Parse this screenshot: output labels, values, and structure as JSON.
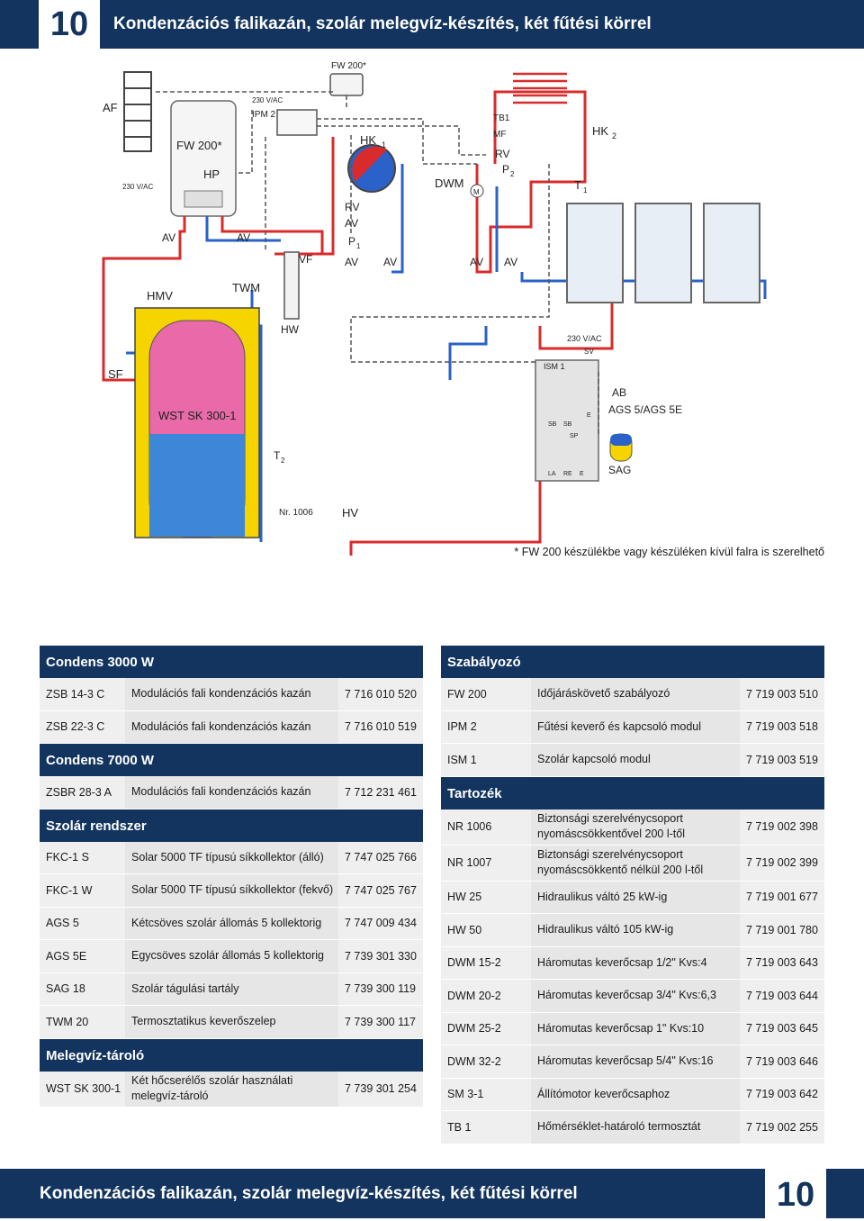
{
  "header": {
    "number": "10",
    "title": "Kondenzációs falikazán, szolár melegvíz-készítés, két fűtési körrel"
  },
  "diagram": {
    "labels": {
      "fw200_top": "FW 200*",
      "af": "AF",
      "v230_1": "230 V/AC",
      "ipm2": "IPM 2",
      "v230_2": "230 V/AC",
      "fw200_boiler": "FW 200*",
      "hp": "HP",
      "hk1": "HK",
      "hk1_sub": "1",
      "hk2": "HK",
      "hk2_sub": "2",
      "tb1": "TB1",
      "mf": "MF",
      "rv_right": "RV",
      "p2": "P",
      "p2_sub": "2",
      "dwm": "DWM",
      "m": "M",
      "t1": "T",
      "t1_sub": "1",
      "rv": "RV",
      "av1": "AV",
      "av2": "AV",
      "av3": "AV",
      "av4": "AV",
      "av5": "AV",
      "av6": "AV",
      "av_mid": "AV",
      "p1": "P",
      "p1_sub": "1",
      "vf": "VF",
      "hmv": "HMV",
      "twm": "TWM",
      "hw": "HW",
      "sf": "SF",
      "tank": "WST SK 300-1",
      "t2": "T",
      "t2_sub": "2",
      "nr1006": "Nr. 1006",
      "hv": "HV",
      "v230_3": "230 V/AC",
      "sv": "SV",
      "ism1": "ISM 1",
      "ab": "AB",
      "ags": "AGS 5/AGS 5E",
      "sb1": "SB",
      "sb2": "SB",
      "sp": "SP",
      "e1": "E",
      "la": "LA",
      "re": "RE",
      "e2": "E",
      "sag": "SAG"
    },
    "footnote": "* FW 200 készülékbe vagy készüléken kívül falra is szerelhető"
  },
  "left_table": [
    {
      "section": "Condens 3000 W",
      "rows": [
        {
          "code": "ZSB 14-3 C",
          "desc": "Modulációs fali kondenzációs kazán",
          "part": "7 716 010 520"
        },
        {
          "code": "ZSB 22-3 C",
          "desc": "Modulációs fali kondenzációs kazán",
          "part": "7 716 010 519"
        }
      ]
    },
    {
      "section": "Condens 7000 W",
      "rows": [
        {
          "code": "ZSBR 28-3 A",
          "desc": "Modulációs fali kondenzációs kazán",
          "part": "7 712 231 461"
        }
      ]
    },
    {
      "section": "Szolár rendszer",
      "rows": [
        {
          "code": "FKC-1 S",
          "desc": "Solar 5000 TF típusú síkkollektor (álló)",
          "part": "7 747 025 766"
        },
        {
          "code": "FKC-1 W",
          "desc": "Solar 5000 TF típusú síkkollektor (fekvő)",
          "part": "7 747 025 767"
        },
        {
          "code": "AGS 5",
          "desc": "Kétcsöves szolár állomás 5 kollektorig",
          "part": "7 747 009 434"
        },
        {
          "code": "AGS 5E",
          "desc": "Egycsöves szolár állomás 5 kollektorig",
          "part": "7 739 301 330"
        },
        {
          "code": "SAG 18",
          "desc": "Szolár tágulási tartály",
          "part": "7 739 300 119"
        },
        {
          "code": "TWM 20",
          "desc": "Termosztatikus keverőszelep",
          "part": "7 739 300 117"
        }
      ]
    },
    {
      "section": "Melegvíz-tároló",
      "rows": [
        {
          "code": "WST SK 300-1",
          "desc": "Két hőcserélős szolár használati melegvíz-tároló",
          "part": "7 739 301 254",
          "tall": true
        }
      ]
    }
  ],
  "right_table": [
    {
      "section": "Szabályozó",
      "rows": [
        {
          "code": "FW 200",
          "desc": "Időjáráskövető szabályozó",
          "part": "7 719 003 510"
        },
        {
          "code": "IPM 2",
          "desc": "Fűtési keverő és kapcsoló modul",
          "part": "7 719 003 518"
        },
        {
          "code": "ISM 1",
          "desc": "Szolár kapcsoló modul",
          "part": "7 719 003 519"
        }
      ]
    },
    {
      "section": "Tartozék",
      "rows": [
        {
          "code": "NR 1006",
          "desc": "Biztonsági szerelvénycsoport nyomáscsökkentővel 200 l-től",
          "part": "7 719 002 398",
          "tall": true
        },
        {
          "code": "NR 1007",
          "desc": "Biztonsági szerelvénycsoport nyomáscsökkentő nélkül 200 l-től",
          "part": "7 719 002 399",
          "tall": true
        },
        {
          "code": "HW 25",
          "desc": "Hidraulikus váltó 25 kW-ig",
          "part": "7 719 001 677"
        },
        {
          "code": "HW 50",
          "desc": "Hidraulikus váltó 105 kW-ig",
          "part": "7 719 001 780"
        },
        {
          "code": "DWM 15-2",
          "desc": "Háromutas keverőcsap 1/2\" Kvs:4",
          "part": "7 719 003 643"
        },
        {
          "code": "DWM 20-2",
          "desc": "Háromutas keverőcsap 3/4\" Kvs:6,3",
          "part": "7 719 003 644"
        },
        {
          "code": "DWM 25-2",
          "desc": "Háromutas keverőcsap 1\" Kvs:10",
          "part": "7 719 003 645"
        },
        {
          "code": "DWM 32-2",
          "desc": "Háromutas keverőcsap 5/4\" Kvs:16",
          "part": "7 719 003 646"
        },
        {
          "code": "SM 3-1",
          "desc": "Állítómotor keverőcsaphoz",
          "part": "7 719 003 642"
        },
        {
          "code": "TB 1",
          "desc": "Hőmérséklet-határoló termosztát",
          "part": "7 719 002 255"
        }
      ]
    }
  ],
  "footer": {
    "title": "Kondenzációs falikazán, szolár melegvíz-készítés, két fűtési körrel",
    "number": "10"
  }
}
